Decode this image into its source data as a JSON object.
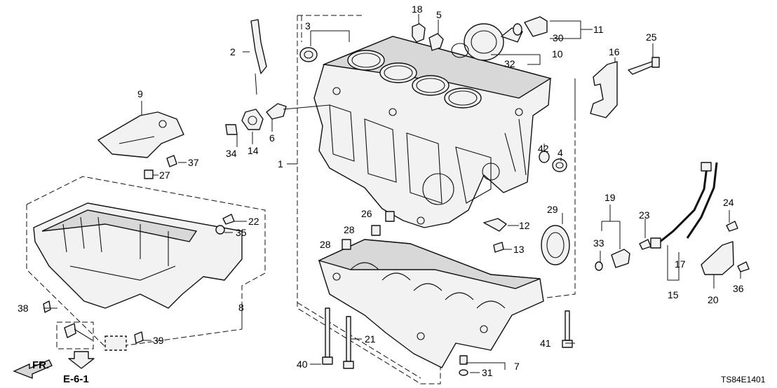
{
  "callouts": {
    "c1": "1",
    "c2": "2",
    "c3": "3",
    "c4": "4",
    "c5": "5",
    "c6": "6",
    "c7": "7",
    "c8": "8",
    "c9": "9",
    "c10": "10",
    "c11": "11",
    "c12": "12",
    "c13": "13",
    "c14": "14",
    "c15": "15",
    "c16": "16",
    "c17": "17",
    "c18": "18",
    "c19": "19",
    "c20": "20",
    "c21": "21",
    "c22": "22",
    "c23": "23",
    "c24": "24",
    "c25": "25",
    "c26": "26",
    "c27": "27",
    "c28": "28",
    "c29": "29",
    "c30": "30",
    "c31": "31",
    "c32": "32",
    "c33": "33",
    "c34": "34",
    "c35": "35",
    "c36": "36",
    "c37": "37",
    "c38": "38",
    "c39": "39",
    "c40": "40",
    "c41": "41",
    "c42": "42"
  },
  "front_label": "FR.",
  "ref_page": "E-6-1",
  "diagram_code": "TS84E1401"
}
